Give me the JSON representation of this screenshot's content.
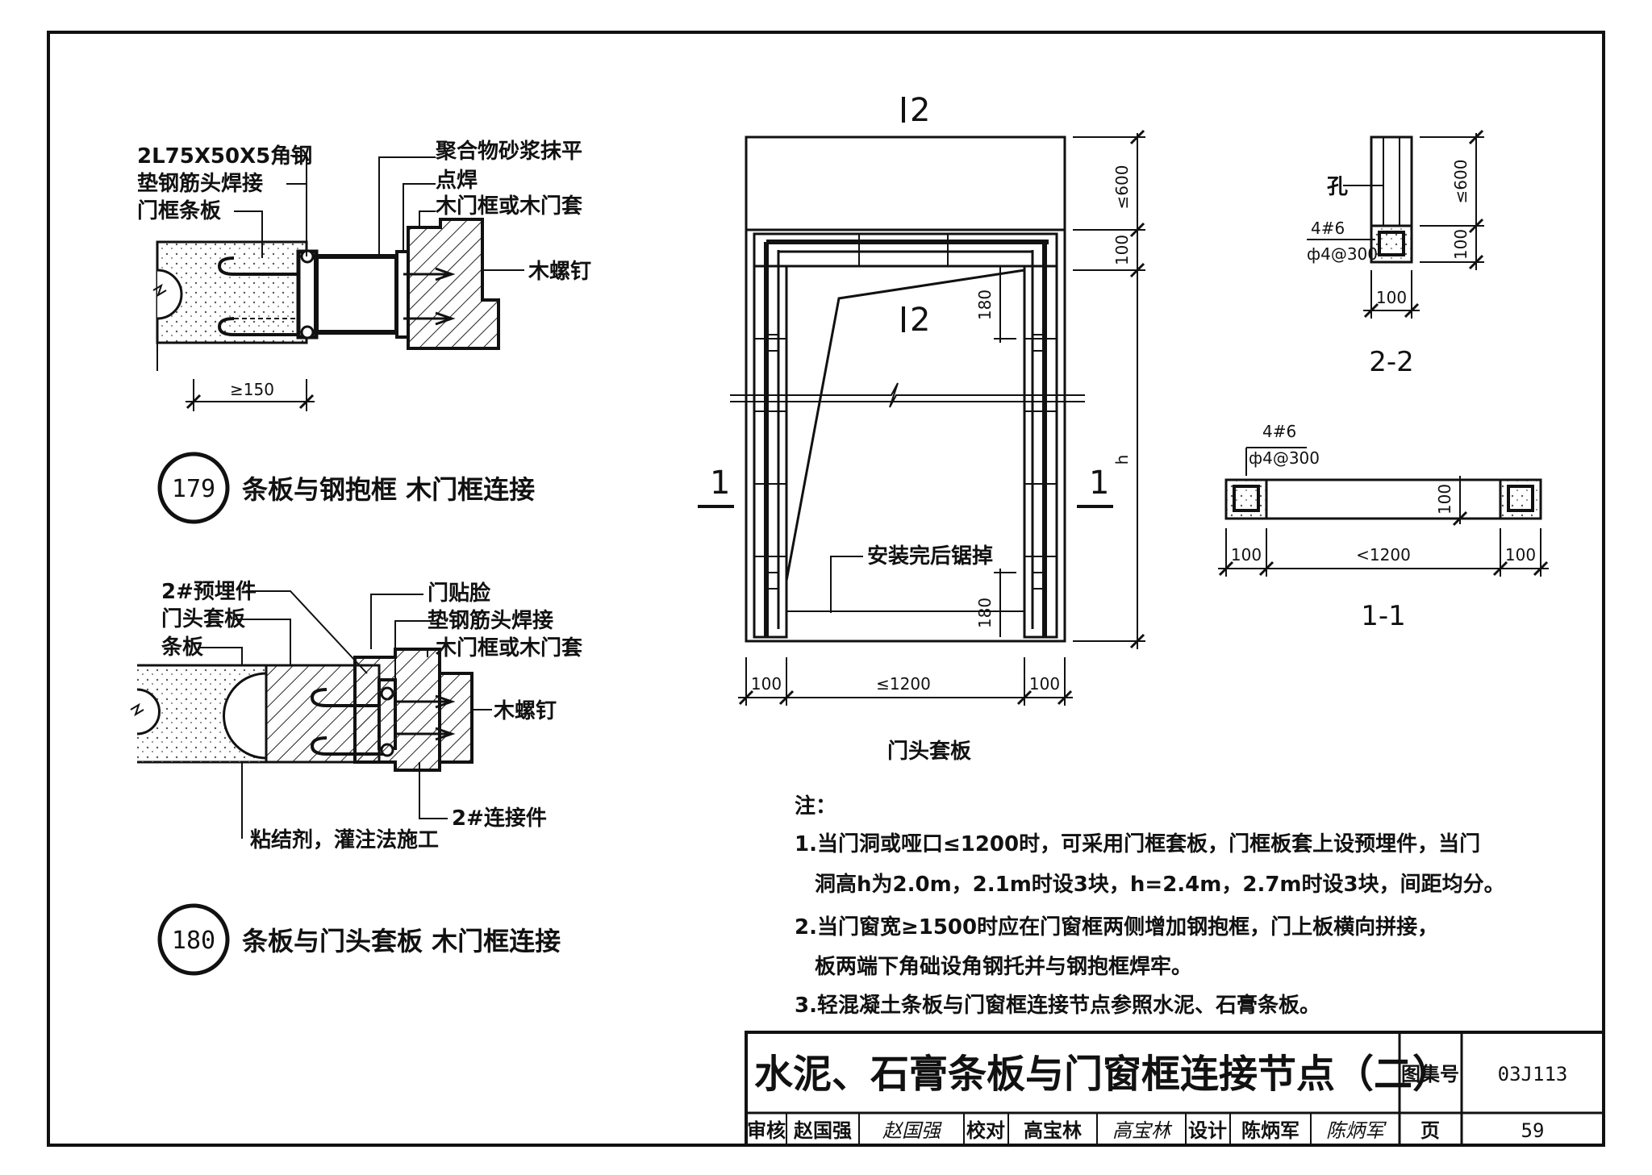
{
  "detail179": {
    "labels": [
      "2L75X50X5角钢",
      "垫钢筋头焊接",
      "门框条板",
      "聚合物砂浆抹平",
      "点焊",
      "木门框或木门套",
      "木螺钉"
    ],
    "dim": "≥150",
    "number": "179",
    "caption": "条板与钢抱框 木门框连接"
  },
  "detail180": {
    "labels": [
      "2#预埋件",
      "门头套板",
      "条板",
      "门贴脸",
      "垫钢筋头焊接",
      "木门框或木门套",
      "木螺钉",
      "2#连接件",
      "粘结剂，灌注法施工"
    ],
    "number": "180",
    "caption": "条板与门头套板 木门框连接"
  },
  "elevation": {
    "cut_marks": [
      "2",
      "2",
      "1",
      "1"
    ],
    "dims_right": [
      "≤600",
      "100",
      "h"
    ],
    "dims_inner": [
      "180",
      "180"
    ],
    "dims_bottom": [
      "100",
      "≤1200",
      "100"
    ],
    "annotation": "安装完后锯掉",
    "caption": "门头套板"
  },
  "section22": {
    "hole": "孔",
    "rebar": [
      "4#6",
      "ф4@300"
    ],
    "dims_right": [
      "≤600",
      "100"
    ],
    "dim_bottom": "100",
    "caption": "2-2"
  },
  "section11": {
    "rebar": [
      "4#6",
      "ф4@300"
    ],
    "dim_right": "100",
    "dims_bottom": [
      "100",
      "<1200",
      "100"
    ],
    "caption": "1-1"
  },
  "notes": {
    "heading": "注：",
    "lines": [
      "1.当门洞或哑口≤1200时，可采用门框套板，门框板套上设预埋件，当门",
      "洞高h为2.0m，2.1m时设3块，h=2.4m，2.7m时设3块，间距均分。",
      "2.当门窗宽≥1500时应在门窗框两侧增加钢抱框，门上板横向拼接，",
      "板两端下角础设角钢托并与钢抱框焊牢。",
      "3.轻混凝土条板与门窗框连接节点参照水泥、石膏条板。"
    ]
  },
  "titleblock": {
    "title": "水泥、石膏条板与门窗框连接节点（二）",
    "atlas_label": "图集号",
    "atlas_no": "03J113",
    "review_label": "审核",
    "reviewer": "赵国强",
    "reviewer_sig": "赵国强",
    "check_label": "校对",
    "checker": "高宝林",
    "checker_sig": "高宝林",
    "design_label": "设计",
    "designer": "陈炳军",
    "designer_sig": "陈炳军",
    "page_label": "页",
    "page_no": "59"
  }
}
